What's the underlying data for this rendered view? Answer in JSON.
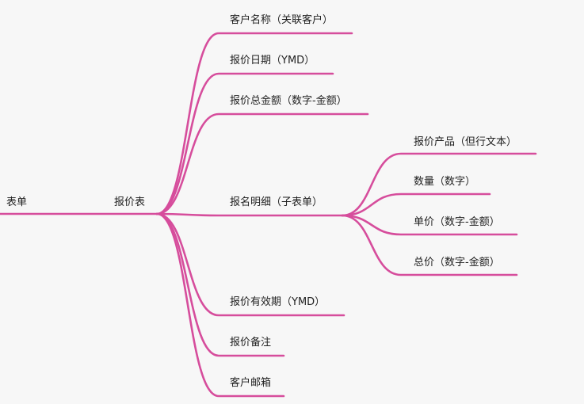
{
  "colors": {
    "branch": "#d64d9c",
    "text": "#222222",
    "background": "#f7f7f7"
  },
  "root": {
    "label": "表单"
  },
  "level1": {
    "label": "报价表"
  },
  "fields": [
    {
      "label": "客户名称（关联客户）"
    },
    {
      "label": "报价日期（YMD）"
    },
    {
      "label": "报价总金额（数字-金额）"
    },
    {
      "label": "报名明细（子表单）"
    },
    {
      "label": "报价有效期（YMD）"
    },
    {
      "label": "报价备注"
    },
    {
      "label": "客户邮箱"
    }
  ],
  "subfields": [
    {
      "label": "报价产品（但行文本）"
    },
    {
      "label": "数量（数字）"
    },
    {
      "label": "单价（数字-金额）"
    },
    {
      "label": "总价（数字-金额）"
    }
  ]
}
